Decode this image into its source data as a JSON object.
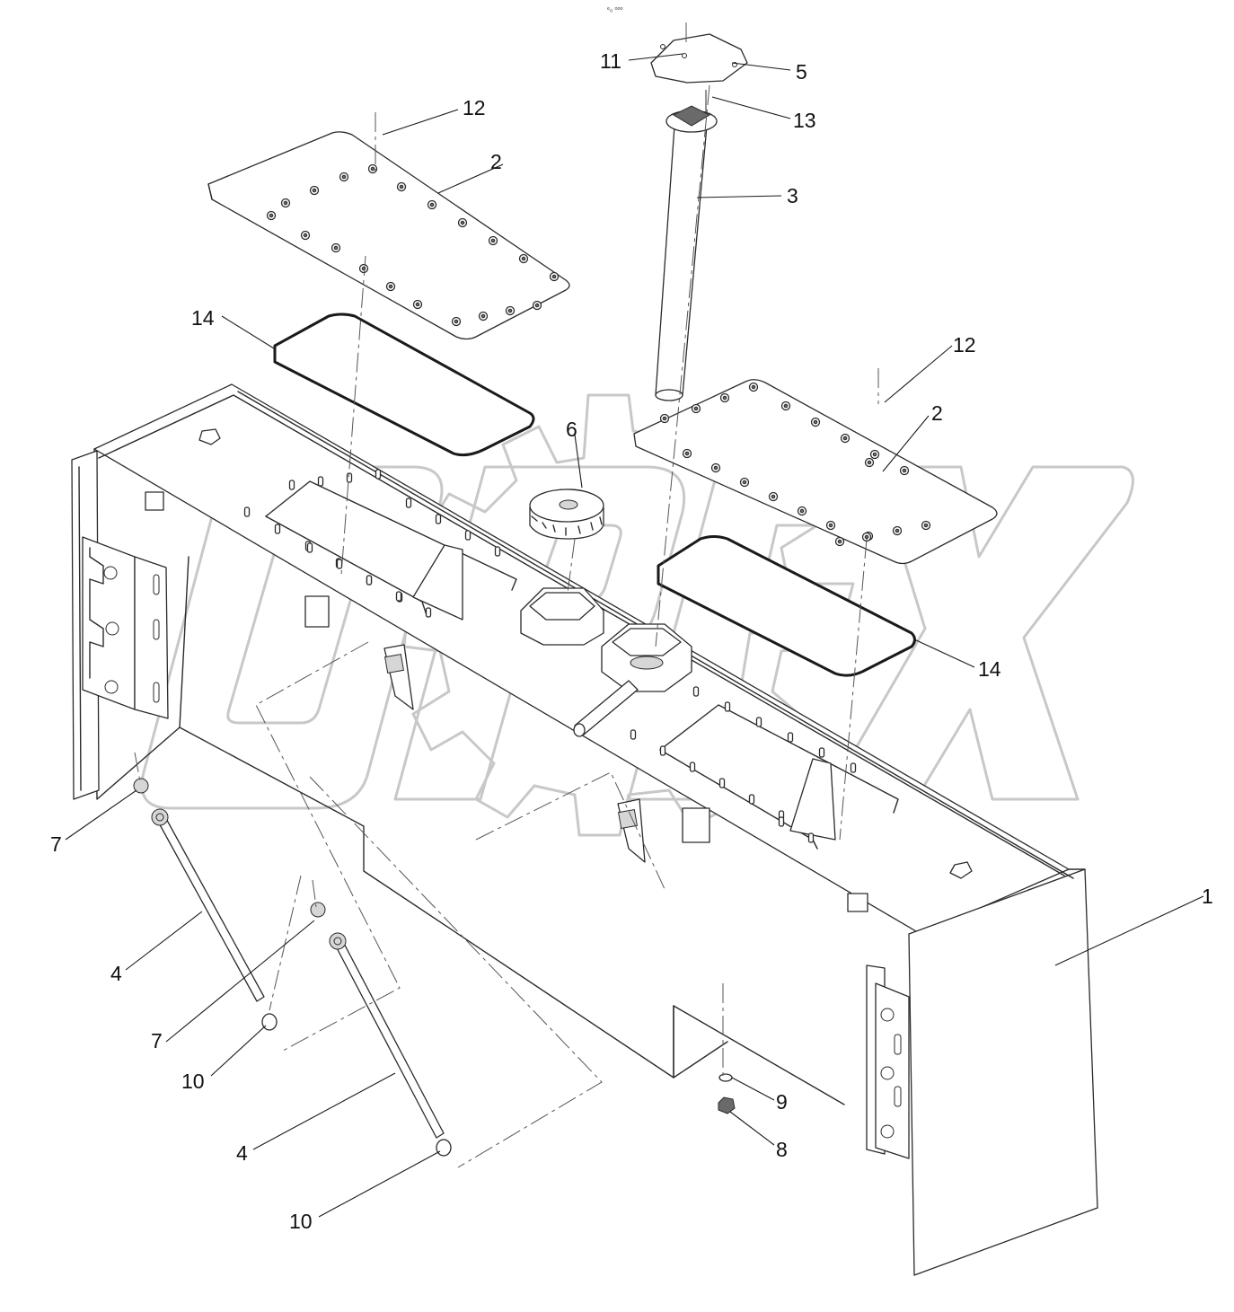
{
  "header": {
    "small_text": "ᵉ₀ ᵒᵒᵒ"
  },
  "watermark": {
    "text": "OPEX",
    "color": "#c8c8c8"
  },
  "callouts": [
    {
      "id": "c11",
      "label": "11"
    },
    {
      "id": "c5",
      "label": "5"
    },
    {
      "id": "c12a",
      "label": "12"
    },
    {
      "id": "c13",
      "label": "13"
    },
    {
      "id": "c2a",
      "label": "2"
    },
    {
      "id": "c3",
      "label": "3"
    },
    {
      "id": "c14a",
      "label": "14"
    },
    {
      "id": "c12b",
      "label": "12"
    },
    {
      "id": "c2b",
      "label": "2"
    },
    {
      "id": "c6",
      "label": "6"
    },
    {
      "id": "c14b",
      "label": "14"
    },
    {
      "id": "c7a",
      "label": "7"
    },
    {
      "id": "c1",
      "label": "1"
    },
    {
      "id": "c4a",
      "label": "4"
    },
    {
      "id": "c7b",
      "label": "7"
    },
    {
      "id": "c10a",
      "label": "10"
    },
    {
      "id": "c9",
      "label": "9"
    },
    {
      "id": "c8",
      "label": "8"
    },
    {
      "id": "c4b",
      "label": "4"
    },
    {
      "id": "c10b",
      "label": "10"
    }
  ]
}
